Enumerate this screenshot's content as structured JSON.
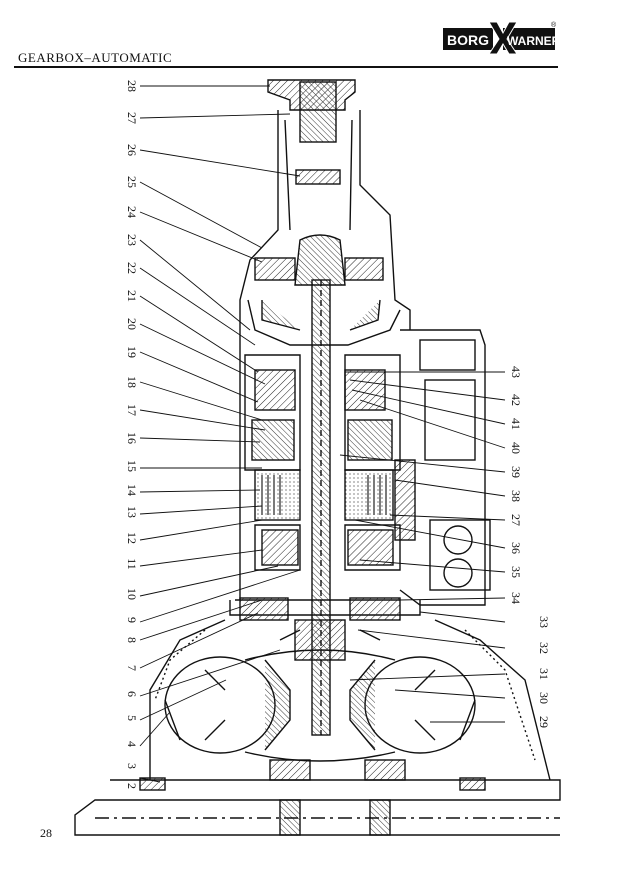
{
  "header": {
    "title": "GEARBOX–AUTOMATIC"
  },
  "logo": {
    "left": "BORG",
    "right": "WARNER",
    "mark": "®"
  },
  "page_number": "28",
  "callouts_left": [
    "28",
    "27",
    "26",
    "25",
    "24",
    "23",
    "22",
    "21",
    "20",
    "19",
    "18",
    "17",
    "16",
    "15",
    "14",
    "13",
    "12",
    "11",
    "10",
    "9",
    "8",
    "7",
    "6",
    "5",
    "4",
    "3",
    "2"
  ],
  "callouts_right": [
    "43",
    "42",
    "41",
    "40",
    "39",
    "38",
    "27",
    "36",
    "35",
    "34",
    "33",
    "32",
    "31",
    "30",
    "29"
  ]
}
